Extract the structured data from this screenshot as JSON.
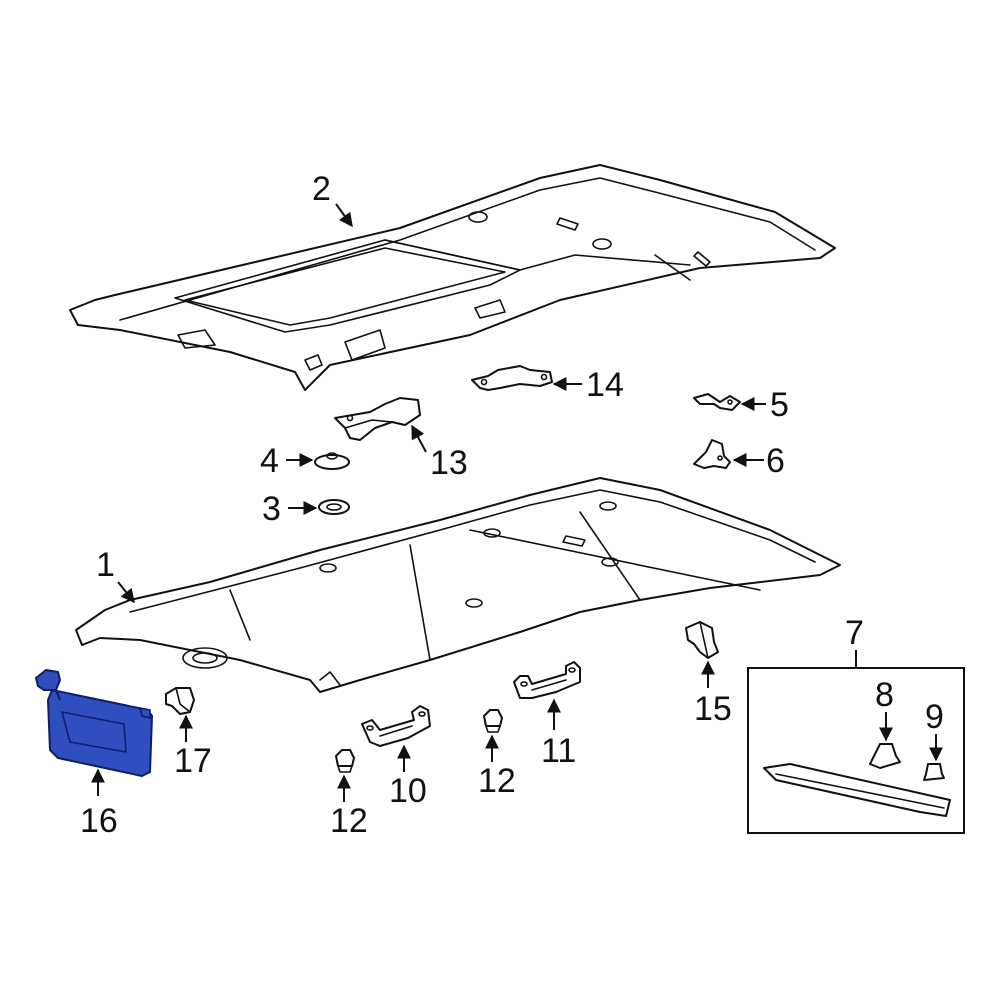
{
  "diagram": {
    "highlight_color": "#2f4fbf",
    "highlight_stroke": "#0d1f66",
    "line_color": "#111111",
    "callouts": {
      "c1": "1",
      "c2": "2",
      "c3": "3",
      "c4": "4",
      "c5": "5",
      "c6": "6",
      "c7": "7",
      "c8": "8",
      "c9": "9",
      "c10": "10",
      "c11": "11",
      "c12a": "12",
      "c12b": "12",
      "c13": "13",
      "c14": "14",
      "c15": "15",
      "c16": "16",
      "c17": "17"
    }
  }
}
